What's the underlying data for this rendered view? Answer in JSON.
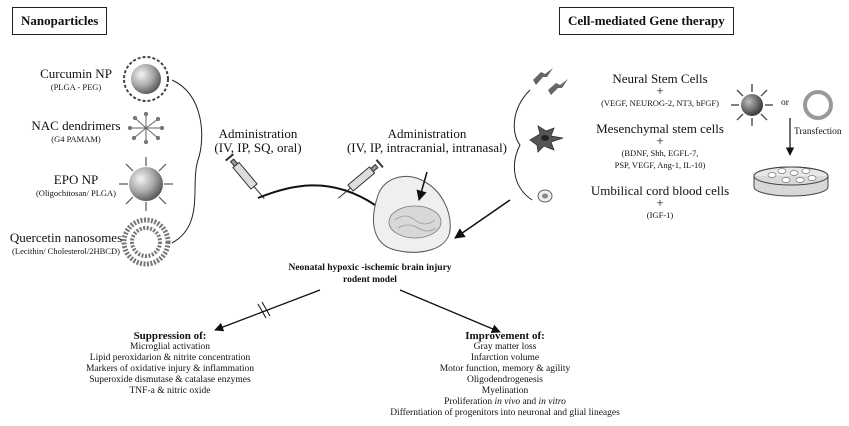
{
  "left_box": "Nanoparticles",
  "right_box": "Cell-mediated Gene therapy",
  "nanoparticles": [
    {
      "name": "Curcumin NP",
      "detail": "(PLGA - PEG)"
    },
    {
      "name": "NAC dendrimers",
      "detail": "(G4 PAMAM)"
    },
    {
      "name": "EPO NP",
      "detail": "(Oligochitosan/ PLGA)"
    },
    {
      "name": "Quercetin nanosomes",
      "detail": "(Lecithin/ Cholesterol/2HBCD)"
    }
  ],
  "admin_left": {
    "title": "Administration",
    "routes": "(IV, IP, SQ, oral)"
  },
  "admin_center": {
    "title": "Administration",
    "routes": "(IV, IP, intracranial, intranasal)"
  },
  "cells": [
    {
      "name": "Neural Stem Cells",
      "plus": "+",
      "detail": "(VEGF, NEUROG-2, NT3, bFGF)"
    },
    {
      "name": "Mesenchymal stem cells",
      "plus": "+",
      "detail": "(BDNF, Shh, EGFL-7,",
      "detail2": "PSP, VEGF, Ang-1, IL-10)"
    },
    {
      "name": "Umbilical cord blood cells",
      "plus": "+",
      "detail": "(IGF-1)"
    }
  ],
  "or_label": "or",
  "transfection": "Transfection",
  "model": {
    "line1": "Neonatal hypoxic -ischemic brain injury",
    "line2": "rodent model"
  },
  "suppression": {
    "title": "Suppression of:",
    "items": [
      "Microglial activation",
      "Lipid peroxidarion & nitrite concentration",
      "Markers of oxidative injury & inflammation",
      "Superoxide dismutase & catalase enzymes",
      "TNF-a & nitric oxide"
    ]
  },
  "improvement": {
    "title": "Improvement of:",
    "items": [
      "Gray matter loss",
      "Infarction volume",
      "Motor function, memory & agility",
      "Oligodendrogenesis",
      "Myelination"
    ],
    "prolif_a": "Proliferation ",
    "prolif_b": "in vivo",
    "prolif_c": " and ",
    "prolif_d": "in vitro",
    "last": "Differntiation of progenitors into neuronal and glial lineages"
  },
  "icons": [
    "curcumin-np-icon",
    "dendrimer-icon",
    "epo-np-icon",
    "nanosome-icon",
    "syringe-icon",
    "rat-brain-icon",
    "neural-stem-cell-icon",
    "mesenchymal-cell-icon",
    "cord-blood-cell-icon",
    "virus-vector-icon",
    "liposome-vector-icon",
    "culture-dish-icon"
  ]
}
